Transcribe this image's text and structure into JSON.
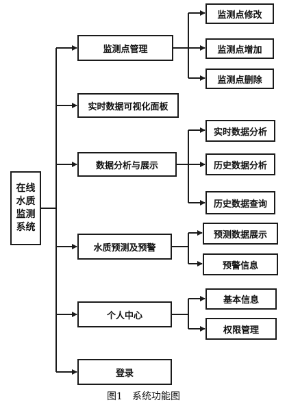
{
  "root": {
    "lines": [
      "在线",
      "水质",
      "监测",
      "系统"
    ]
  },
  "modules": [
    {
      "label": "监测点管理",
      "children": [
        "监测点修改",
        "监测点增加",
        "监测点删除"
      ]
    },
    {
      "label": "实时数据可视化面板",
      "children": []
    },
    {
      "label": "数据分析与展示",
      "children": [
        "实时数据分析",
        "历史数据分析",
        "历史数据查询"
      ]
    },
    {
      "label": "水质预测及预警",
      "children": [
        "预测数据展示",
        "预警信息"
      ]
    },
    {
      "label": "个人中心",
      "children": [
        "基本信息",
        "权限管理"
      ]
    },
    {
      "label": "登录",
      "children": []
    }
  ],
  "caption": "图1　系统功能图"
}
